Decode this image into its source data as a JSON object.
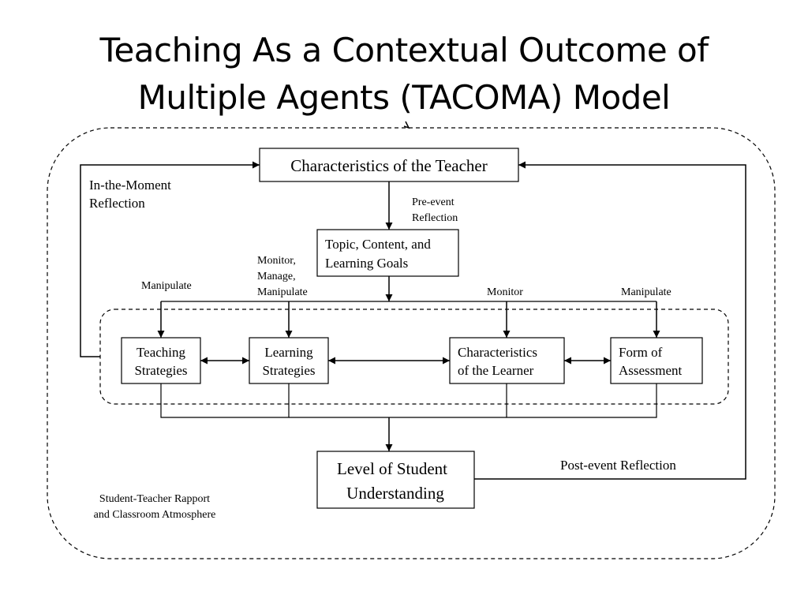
{
  "slide": {
    "title_line1": "Teaching As a Contextual Outcome of",
    "title_line2": "Multiple Agents (TACOMA) Model"
  },
  "diagram": {
    "teacher": "Characteristics of the Teacher",
    "topic_line1": "Topic, Content, and",
    "topic_line2": "Learning Goals",
    "teaching_line1": "Teaching",
    "teaching_line2": "Strategies",
    "learning_line1": "Learning",
    "learning_line2": "Strategies",
    "learner_line1": "Characteristics",
    "learner_line2": "of the Learner",
    "assessment_line1": "Form of",
    "assessment_line2": "Assessment",
    "understanding_line1": "Level of Student",
    "understanding_line2": "Understanding",
    "in_moment_line1": "In-the-Moment",
    "in_moment_line2": "Reflection",
    "pre_event_line1": "Pre-event",
    "pre_event_line2": "Reflection",
    "monitor_manage_line1": "Monitor,",
    "monitor_manage_line2": "Manage,",
    "monitor_manage_line3": "Manipulate",
    "manipulate_left": "Manipulate",
    "monitor": "Monitor",
    "manipulate_right": "Manipulate",
    "post_event": "Post-event Reflection",
    "rapport_line1": "Student-Teacher Rapport",
    "rapport_line2": "and Classroom Atmosphere"
  }
}
